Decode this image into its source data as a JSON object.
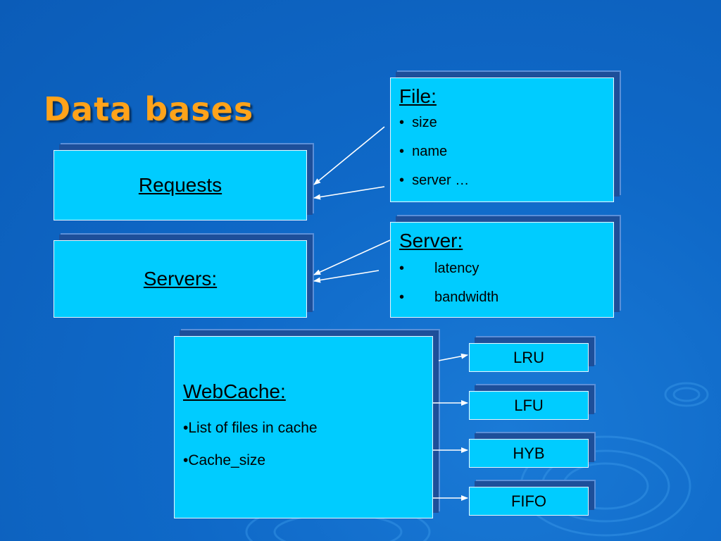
{
  "slide": {
    "title": "Data bases",
    "requests_box": {
      "label": "Requests"
    },
    "servers_box": {
      "label": "Servers:"
    },
    "file_box": {
      "heading": "File:",
      "items": [
        "size",
        "name",
        "server  …"
      ]
    },
    "server_box": {
      "heading": "Server:",
      "items": [
        "latency",
        "bandwidth"
      ]
    },
    "webcache_box": {
      "heading": "WebCache:",
      "items": [
        "•List of  files in cache",
        "•Cache_size"
      ]
    },
    "algorithms": [
      "LRU",
      "LFU",
      "HYB",
      "FIFO"
    ],
    "colors": {
      "box_fill": "#00ccff",
      "title": "#ffa31a",
      "background": "#0f69c8"
    }
  }
}
